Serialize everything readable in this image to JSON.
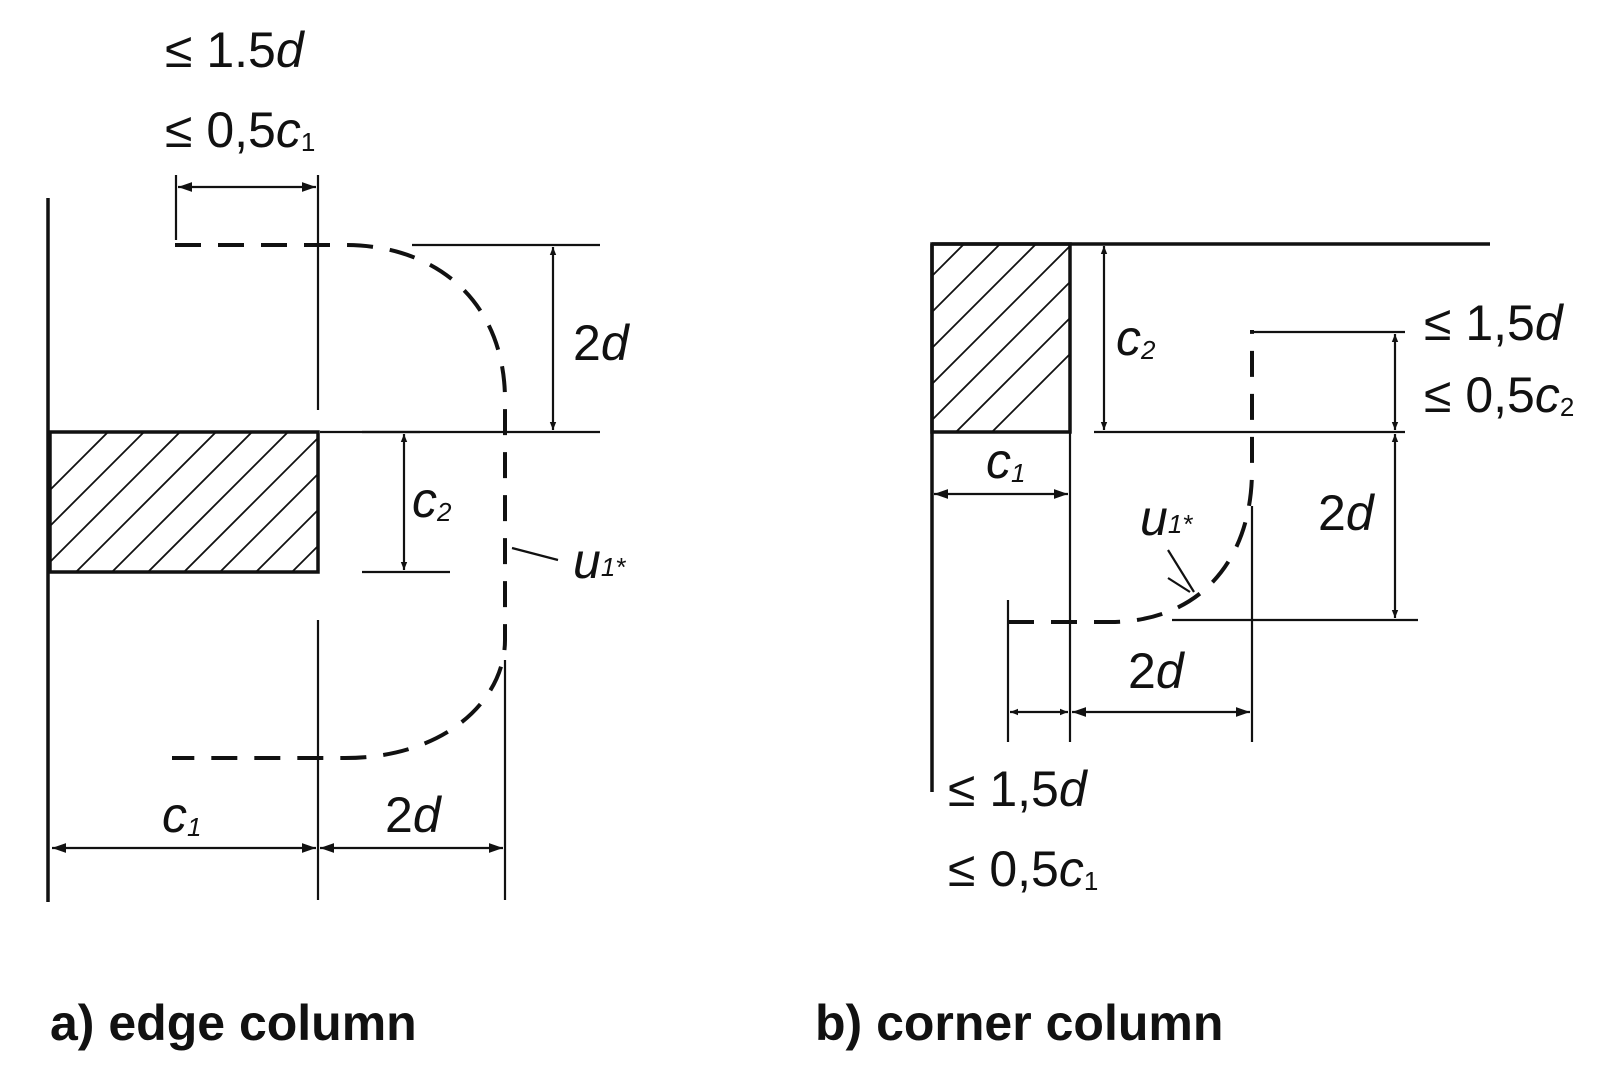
{
  "edge": {
    "top_limit_1": {
      "prefix": "≤ 1.5",
      "var": "d"
    },
    "top_limit_2": {
      "prefix": "≤ 0,5",
      "var": "c",
      "sub": "1"
    },
    "dim_2d_vertical": {
      "num": "2",
      "var": "d"
    },
    "dim_c2": {
      "var": "c",
      "sub": "2"
    },
    "perimeter": {
      "var": "u",
      "sub": "1*"
    },
    "dim_c1": {
      "var": "c",
      "sub": "1"
    },
    "dim_2d_horizontal": {
      "num": "2",
      "var": "d"
    },
    "caption": "a) edge column"
  },
  "corner": {
    "dim_c2": {
      "var": "c",
      "sub": "2"
    },
    "right_limit_1": {
      "prefix": "≤ 1,5",
      "var": "d"
    },
    "right_limit_2": {
      "prefix": "≤ 0,5",
      "var": "c",
      "sub": "2"
    },
    "dim_c1": {
      "var": "c",
      "sub": "1"
    },
    "perimeter": {
      "var": "u",
      "sub": "1*"
    },
    "dim_2d_vertical": {
      "num": "2",
      "var": "d"
    },
    "dim_2d_horizontal": {
      "num": "2",
      "var": "d"
    },
    "bottom_limit_1": {
      "prefix": "≤ 1,5",
      "var": "d"
    },
    "bottom_limit_2": {
      "prefix": "≤ 0,5",
      "var": "c",
      "sub": "1"
    },
    "caption": "b) corner column"
  }
}
